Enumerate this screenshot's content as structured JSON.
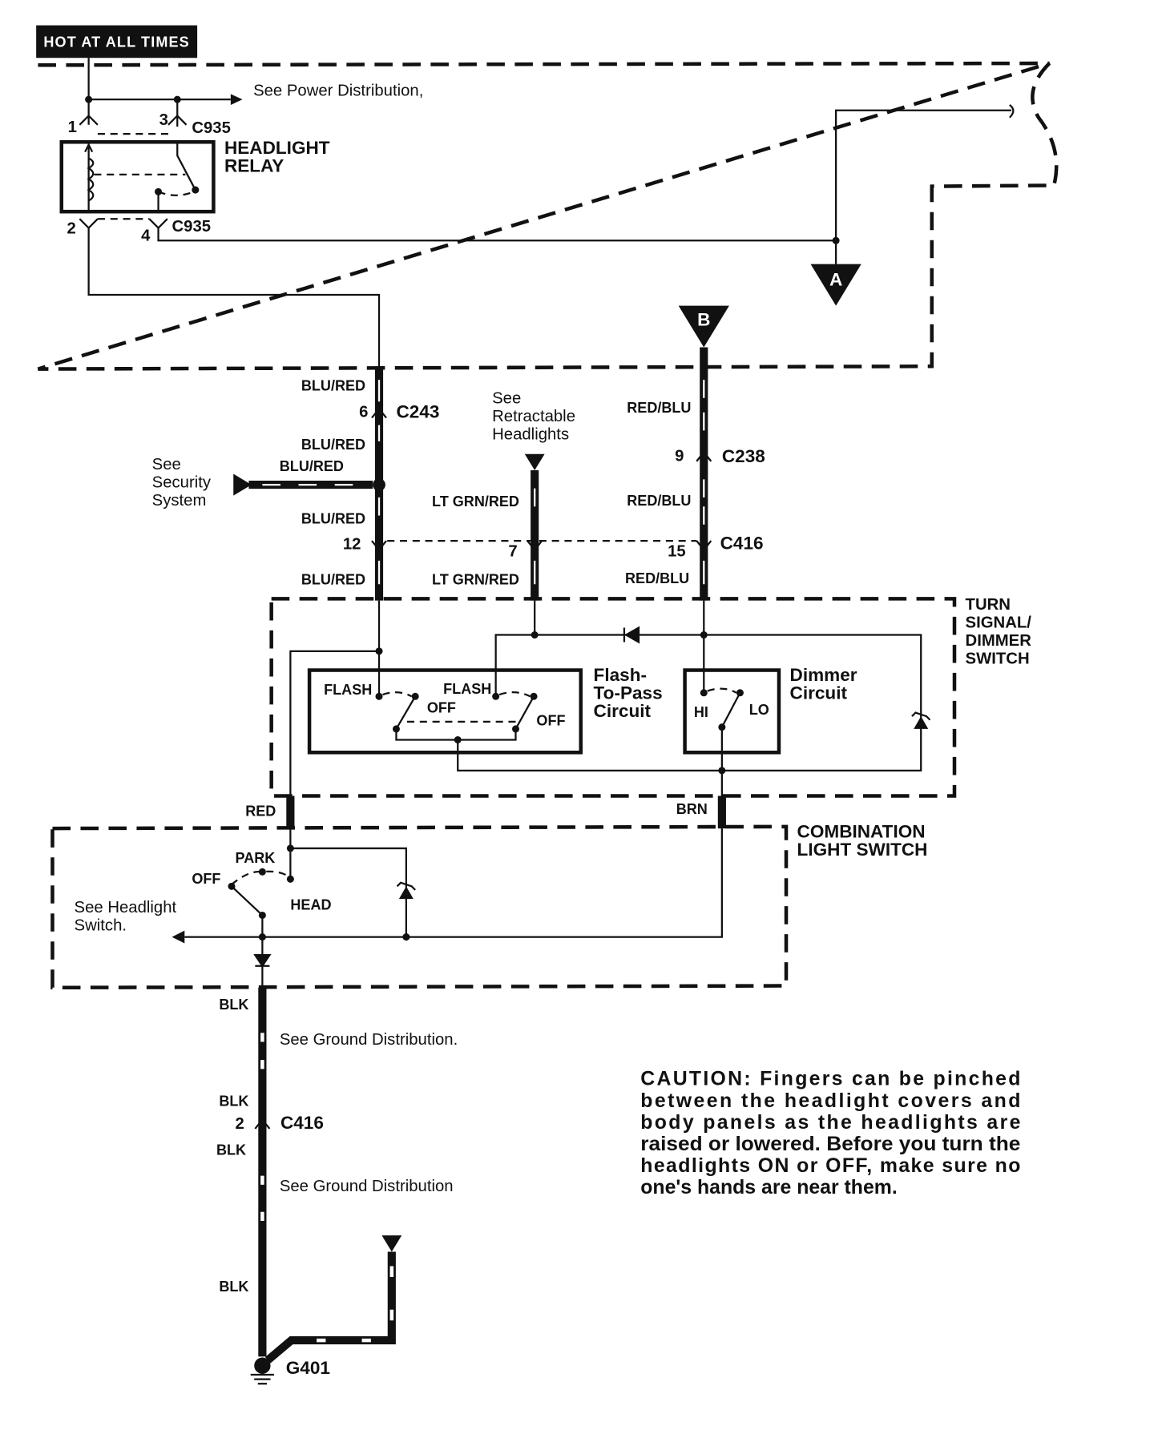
{
  "badge": "HOT AT ALL TIMES",
  "notes": {
    "power": "See Power Distribution,",
    "retract": [
      "See",
      "Retractable",
      "Headlights"
    ],
    "security": [
      "See",
      "Security",
      "System"
    ],
    "headlight_switch": [
      "See Headlight",
      "Switch."
    ],
    "ground1": "See Ground Distribution.",
    "ground2": "See Ground Distribution"
  },
  "components": {
    "relay": [
      "HEADLIGHT",
      "RELAY"
    ],
    "turn_signal": [
      "TURN",
      "SIGNAL/",
      "DIMMER",
      "SWITCH"
    ],
    "flash_to_pass": [
      "Flash-",
      "To-Pass",
      "Circuit"
    ],
    "dimmer": [
      "Dimmer",
      "Circuit"
    ],
    "combination": [
      "COMBINATION",
      "LIGHT SWITCH"
    ]
  },
  "connectors": {
    "c935_top": "C935",
    "c935_bottom": "C935",
    "c243": "C243",
    "c238": "C238",
    "c416_top": "C416",
    "c416_bottom": "C416",
    "g401": "G401"
  },
  "pins": {
    "p1": "1",
    "p3": "3",
    "p2": "2",
    "p4": "4",
    "p6": "6",
    "p9": "9",
    "p12": "12",
    "p7": "7",
    "p15": "15",
    "p2b": "2"
  },
  "wires": {
    "blu_red_1": "BLU/RED",
    "blu_red_2": "BLU/RED",
    "blu_red_3": "BLU/RED",
    "blu_red_4": "BLU/RED",
    "blu_red_5": "BLU/RED",
    "red_blu_1": "RED/BLU",
    "red_blu_2": "RED/BLU",
    "red_blu_3": "RED/BLU",
    "lt_grn_red_1": "LT GRN/RED",
    "lt_grn_red_2": "LT GRN/RED",
    "red": "RED",
    "brn": "BRN",
    "blk_1": "BLK",
    "blk_2": "BLK",
    "blk_3": "BLK",
    "blk_4": "BLK"
  },
  "switch_positions": {
    "flash_1": "FLASH",
    "flash_2": "FLASH",
    "off_1": "OFF",
    "off_2": "OFF",
    "hi": "HI",
    "lo": "LO",
    "park": "PARK",
    "off_3": "OFF",
    "head": "HEAD"
  },
  "refs": {
    "a": "A",
    "b": "B"
  },
  "caution": [
    "CAUTION: Fingers can be pinched",
    "between the headlight covers and",
    "body panels as the headlights are",
    "raised or lowered. Before you turn the",
    "headlights ON or OFF, make sure no",
    "one's hands are near them."
  ]
}
